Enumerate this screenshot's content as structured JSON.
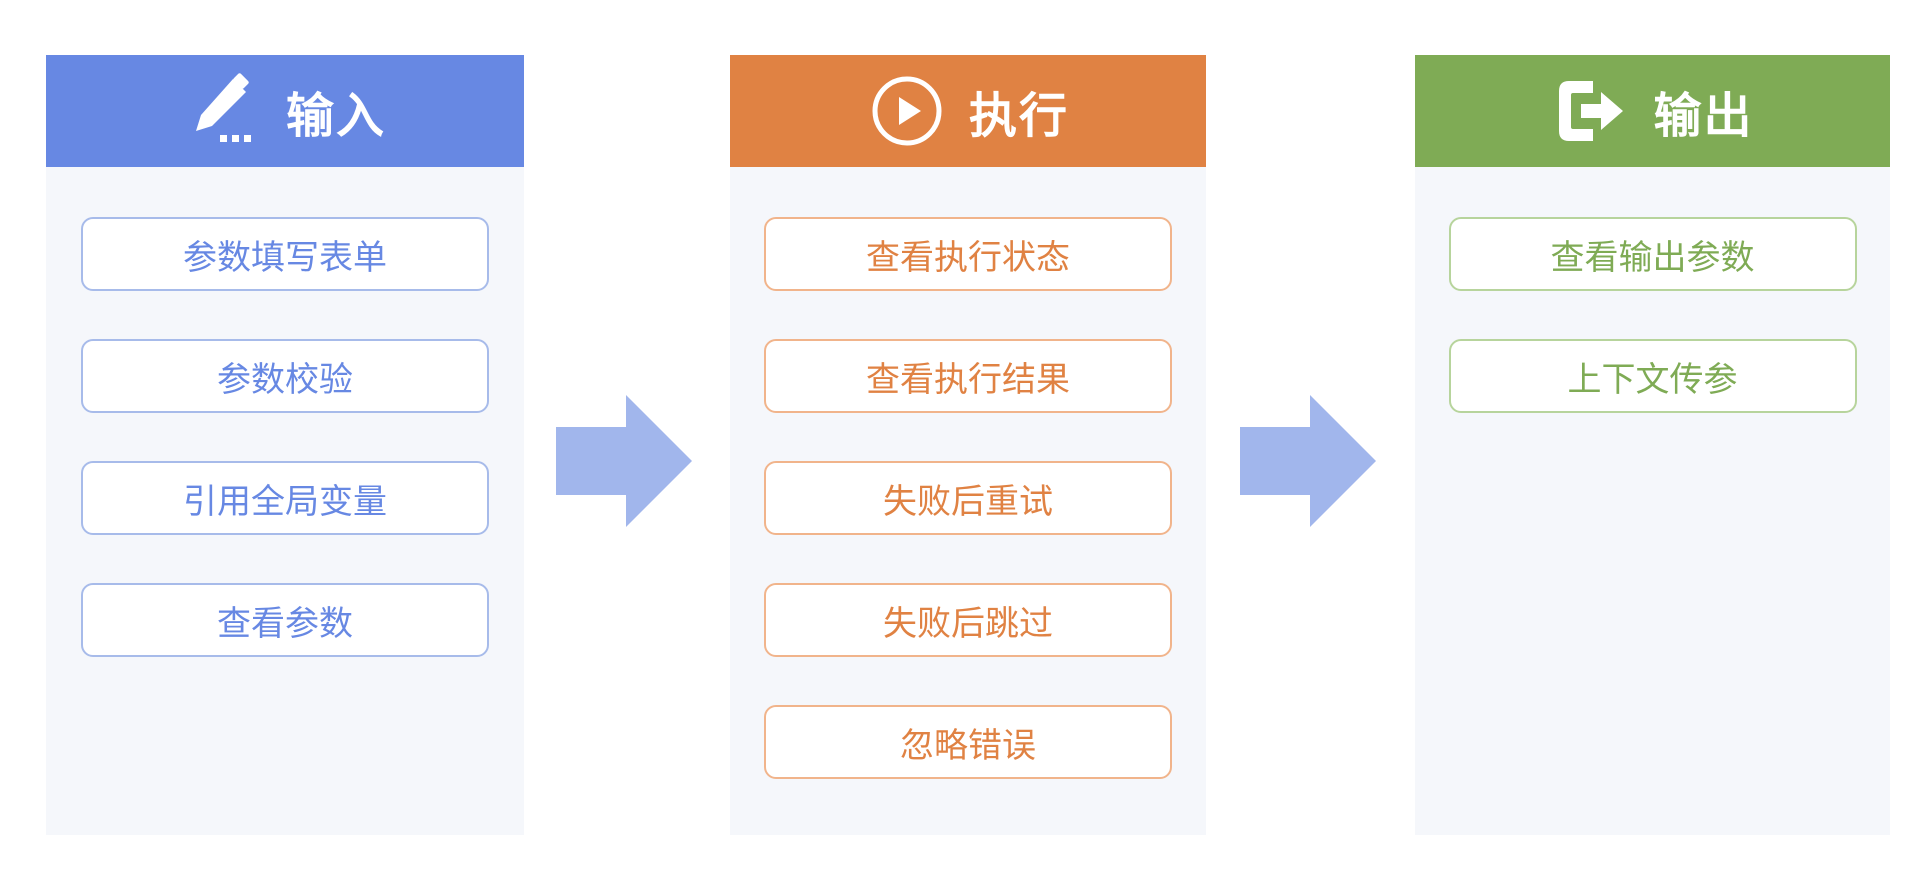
{
  "columns": {
    "input": {
      "title": "输入",
      "icon": "pencil-icon",
      "accent": "#6788e3",
      "items": [
        "参数填写表单",
        "参数校验",
        "引用全局变量",
        "查看参数"
      ]
    },
    "execute": {
      "title": "执行",
      "icon": "play-icon",
      "accent": "#e08243",
      "items": [
        "查看执行状态",
        "查看执行结果",
        "失败后重试",
        "失败后跳过",
        "忽略错误"
      ]
    },
    "output": {
      "title": "输出",
      "icon": "exit-icon",
      "accent": "#7fab55",
      "items": [
        "查看输出参数",
        "上下文传参"
      ]
    }
  },
  "arrows": {
    "color": "#a1b6ec",
    "icon": "arrow-right-icon"
  }
}
